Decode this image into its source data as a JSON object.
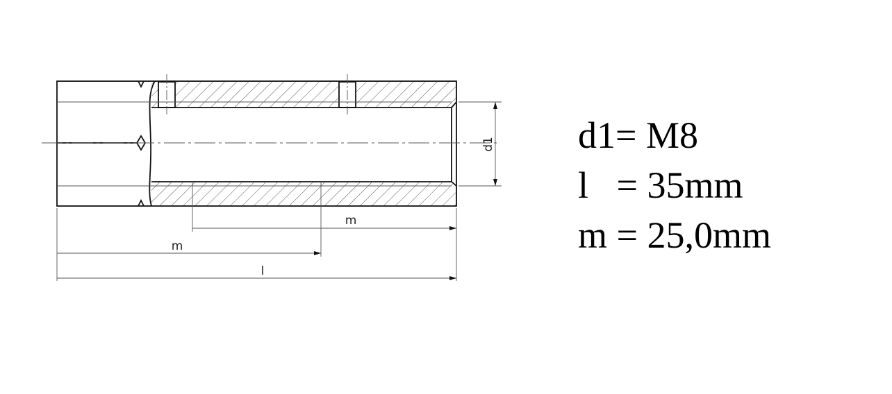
{
  "drawing": {
    "dimension_labels": {
      "d1": "d1",
      "m_top": "m",
      "m_bottom": "m",
      "l": "l"
    }
  },
  "specs": [
    {
      "text": "d1= M8"
    },
    {
      "text": "l   = 35mm"
    },
    {
      "text": "m = 25,0mm"
    }
  ],
  "colors": {
    "line": "#111111",
    "thin": "#555555"
  }
}
